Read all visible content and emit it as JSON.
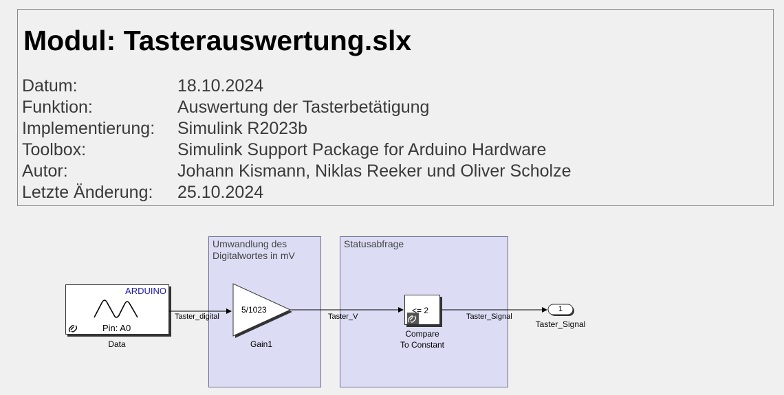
{
  "info": {
    "title": "Modul: Tasterauswertung.slx",
    "rows": [
      {
        "key": "Datum:",
        "value": "18.10.2024"
      },
      {
        "key": "Funktion:",
        "value": "Auswertung der Tasterbetätigung"
      },
      {
        "key": "Implementierung:",
        "value": "Simulink R2023b"
      },
      {
        "key": "Toolbox:",
        "value": "Simulink Support Package for Arduino Hardware"
      },
      {
        "key": "Autor:",
        "value": "Johann Kismann, Niklas Reeker und Oliver Scholze"
      },
      {
        "key": "Letzte Änderung:",
        "value": "25.10.2024"
      }
    ]
  },
  "areas": {
    "conversion": "Umwandlung des\nDigitalwortes in mV",
    "status": "Statusabfrage"
  },
  "blocks": {
    "data": {
      "badge": "ARDUINO",
      "pin": "Pin: A0",
      "name": "Data"
    },
    "gain": {
      "value": "5/1023",
      "name": "Gain1"
    },
    "compare": {
      "op": "<= 2",
      "name_line1": "Compare",
      "name_line2": "To Constant"
    },
    "outport": {
      "number": "1",
      "name": "Taster_Signal"
    }
  },
  "signals": {
    "s1": "Taster_digital",
    "s2": "Taster_V",
    "s3": "Taster_Signal"
  },
  "colors": {
    "area_fill": "#dcdcf4",
    "arduino_text": "#1a1aa6"
  }
}
